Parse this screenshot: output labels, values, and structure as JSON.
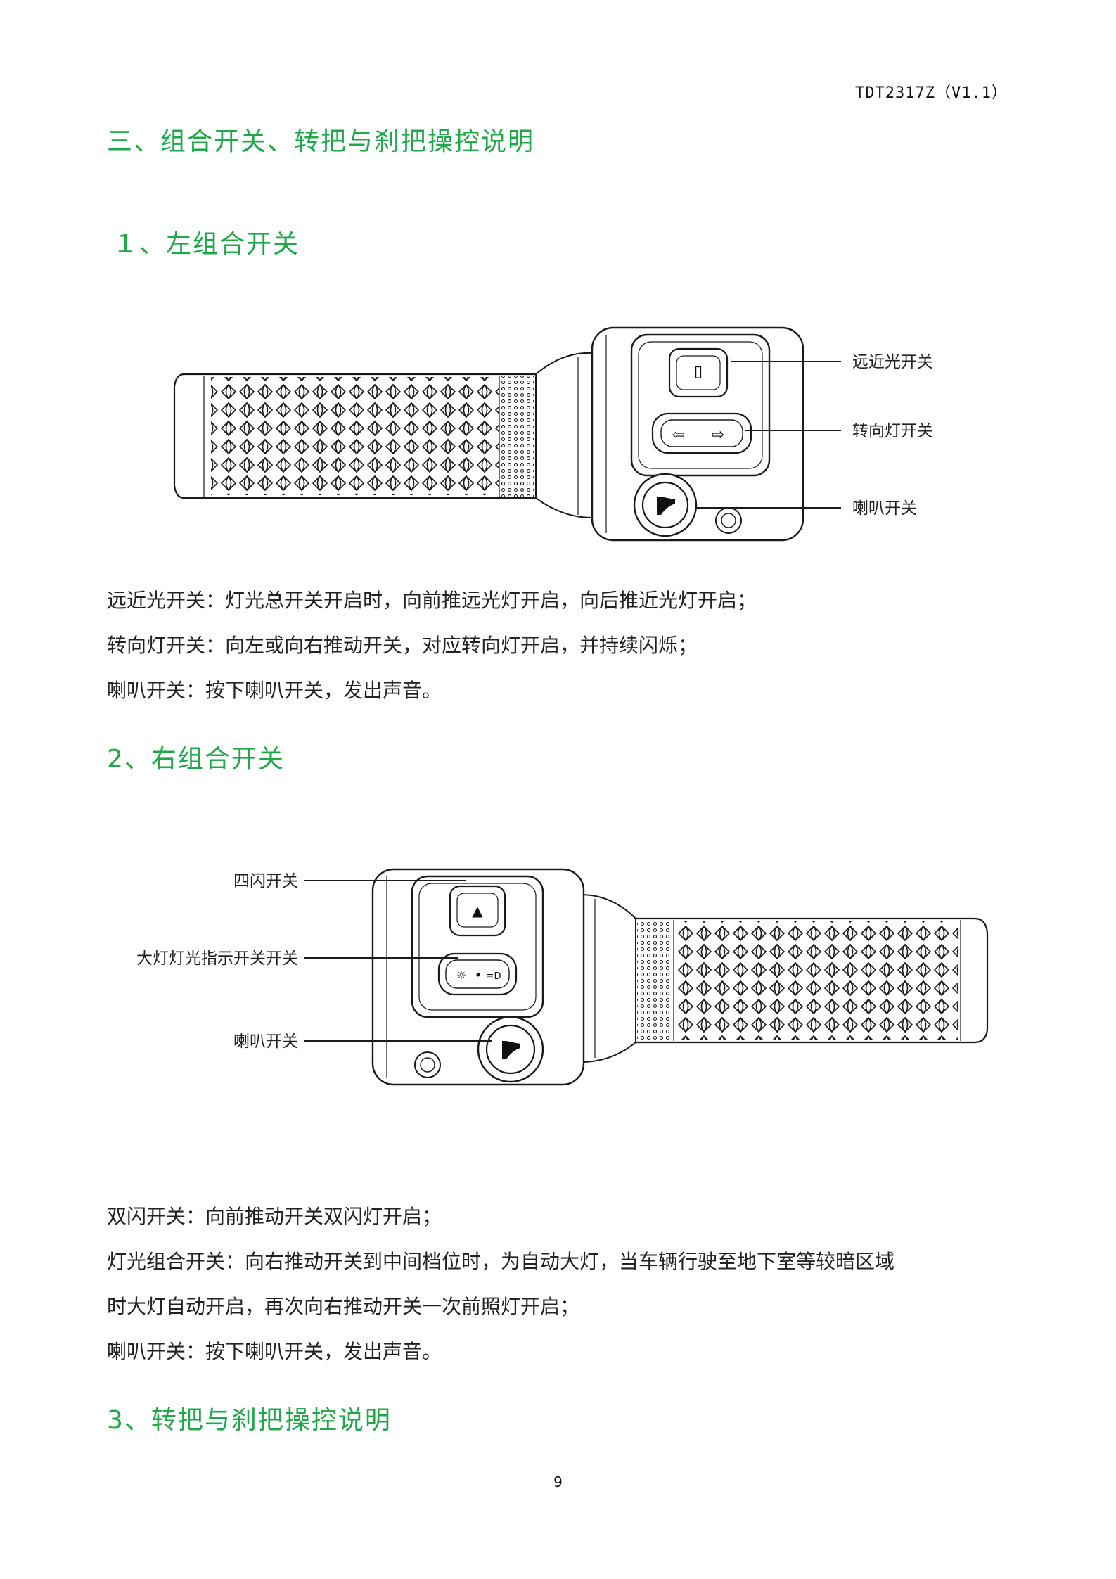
{
  "header": {
    "doc_code": "TDT2317Z（V1.1）"
  },
  "section_title": "三、组合开关、转把与刹把操控说明",
  "left_switch": {
    "heading": "１、左组合开关",
    "callouts": [
      "远近光开关",
      "转向灯开关",
      "喇叭开关"
    ],
    "descriptions": [
      "远近光开关：灯光总开关开启时，向前推远光灯开启，向后推近光灯开启；",
      "转向灯开关：向左或向右推动开关，对应转向灯开启，并持续闪烁；",
      "喇叭开关：按下喇叭开关，发出声音。"
    ]
  },
  "right_switch": {
    "heading": "2、右组合开关",
    "callouts": [
      "四闪开关",
      "大灯灯光指示开关开关",
      "喇叭开关"
    ],
    "descriptions": [
      "双闪开关：向前推动开关双闪灯开启；",
      "灯光组合开关：向右推动开关到中间档位时，为自动大灯，当车辆行驶至地下室等较暗区域",
      "时大灯自动开启，再次向右推动开关一次前照灯开启；",
      "喇叭开关：按下喇叭开关，发出声音。"
    ]
  },
  "throttle_section": {
    "heading": "3、转把与刹把操控说明"
  },
  "page_number": "9",
  "colors": {
    "heading_green": "#1fa84a",
    "text": "#222222",
    "line_art": "#1a1a1a"
  }
}
